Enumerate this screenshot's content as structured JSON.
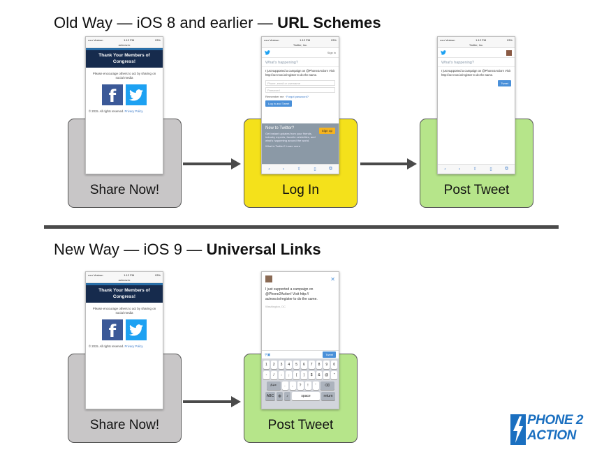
{
  "old_way": {
    "heading_prefix": "Old Way — iOS 8 and earlier — ",
    "heading_bold": "URL Schemes",
    "steps": [
      {
        "label": "Share Now!"
      },
      {
        "label": "Log In"
      },
      {
        "label": "Post Tweet"
      }
    ]
  },
  "new_way": {
    "heading_prefix": "New Way — iOS 9 — ",
    "heading_bold": "Universal Links",
    "steps": [
      {
        "label": "Share Now!"
      },
      {
        "label": "Post Tweet"
      }
    ]
  },
  "share_screen": {
    "carrier": "••••• Verizon",
    "time": "1:12 PM",
    "battery": "93%",
    "url": "actnow.io",
    "banner_title": "Thank Your Members of Congress!",
    "body_text": "Please encourage others to act by sharing on social media",
    "copyright": "© 2015. All rights reserved.",
    "privacy_link": "Privacy Policy"
  },
  "login_screen": {
    "url": "Twitter, Inc.",
    "sign_in": "Sign in",
    "whats_happening": "What's happening?",
    "tweet_text": "I just supported a campaign on @Phone2Action! Visit http://act now.io/register to do the same.",
    "username_placeholder": "Phone, email or username",
    "password_placeholder": "Password",
    "remember_me": "Remember me",
    "forgot_password": "Forgot password?",
    "login_button": "Log in and Tweet",
    "new_title": "New to Twitter?",
    "new_text": "Get instant updates from your friends, industry experts, favorite celebrities, and what's happening around the world.",
    "signup_button": "Sign up",
    "what_is": "What is Twitter? Learn more"
  },
  "post_screen": {
    "url": "Twitter, Inc.",
    "whats_happening": "What's happening?",
    "tweet_text": "I just supported a campaign on @Phone2Action! Visit http://act now.io/register to do the same.",
    "tweet_button": "Tweet"
  },
  "app_screen": {
    "tweet_text": "I just supported a campaign on @Phone2Action! Visit http:// actnow.io/register to do the same.",
    "location": "Washington, DC",
    "tweet_button": "Tweet",
    "key_row1": [
      "1",
      "2",
      "3",
      "4",
      "5",
      "6",
      "7",
      "8",
      "9",
      "0"
    ],
    "key_row2": [
      "-",
      "/",
      ":",
      ";",
      "(",
      ")",
      "$",
      "&",
      "@",
      "\""
    ],
    "key_row3": [
      ".",
      ",",
      "?",
      "!",
      "'"
    ],
    "abc_key": "ABC",
    "space_key": "space",
    "return_key": "return"
  },
  "logo": {
    "line1": "PHONE 2",
    "line2": "ACTION"
  },
  "colors": {
    "gray_card": "#c8c6c7",
    "yellow_card": "#f4e11b",
    "green_card": "#b6e58a",
    "logo_blue": "#1a6fc0",
    "twitter_blue": "#1da1f2",
    "facebook_blue": "#3b5998"
  }
}
